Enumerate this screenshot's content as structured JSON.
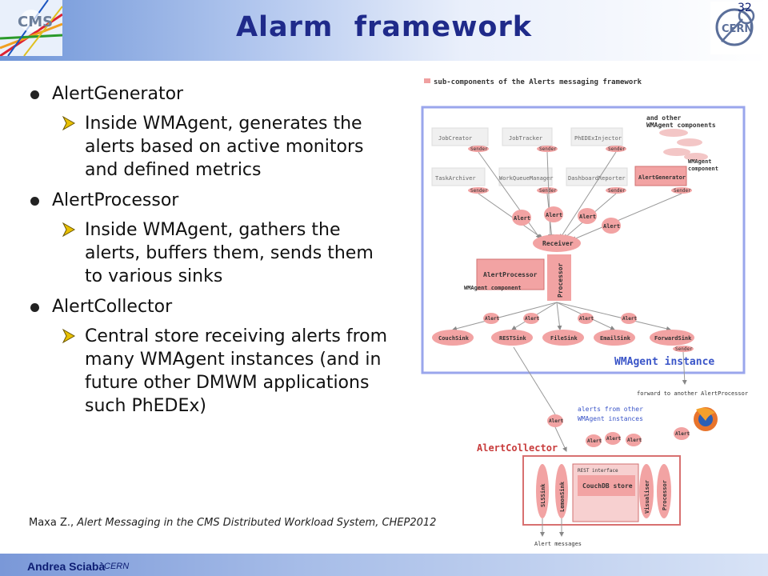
{
  "slide": {
    "title": "Alarm  framework",
    "bullets": [
      {
        "label": "AlertGenerator",
        "sub": [
          "Inside WMAgent, generates the alerts based on active monitors and defined metrics"
        ]
      },
      {
        "label": "AlertProcessor",
        "sub": [
          "Inside WMAgent, gathers the alerts, buffers them, sends them to various sinks"
        ]
      },
      {
        "label": "AlertCollector",
        "sub": [
          "Central store receiving alerts from many WMAgent instances (and in future other DMWM applications such PhEDEx)"
        ]
      }
    ],
    "citation_author": "Maxa Z., ",
    "citation_title": "Alert Messaging in the CMS Distributed Workload System, CHEP2012"
  },
  "footer": {
    "author": "Andrea Sciabà",
    "org": "CERN",
    "page": "32"
  },
  "logos": {
    "left": "CMS",
    "right": "CERN"
  },
  "diagram": {
    "legend": "sub-components of the Alerts messaging framework",
    "other_components": "and other WMAgent components",
    "components_row1": [
      "JobCreator",
      "JobTracker",
      "PhEDExInjector"
    ],
    "components_row2": [
      "TaskArchiver",
      "WorkQueueManager",
      "DashboardReporter",
      "AlertGenerator"
    ],
    "wmagent_component": "WMAgent component",
    "sender": "Sender",
    "alert": "Alert",
    "receiver": "Receiver",
    "alert_processor": "AlertProcessor",
    "processor": "Processor",
    "sinks": [
      "CouchSink",
      "RESTSink",
      "FileSink",
      "EmailSink",
      "ForwardSink"
    ],
    "wmagent_instance": "WMAgent instance",
    "forward_note": "forward to another AlertProcessor",
    "alerts_from_other": "alerts from other",
    "wmagent_instances": "WMAgent instances",
    "alert_collector": "AlertCollector",
    "rest_interface": "REST interface",
    "couchdb_store": "CouchDB store",
    "collector_sinks": [
      "SLSSink",
      "LemonSink"
    ],
    "visualiser": "Visualiser",
    "alert_messages": "Alert messages"
  },
  "colors": {
    "title": "#1f2a8a",
    "pink": "#f2a3a3",
    "pink_dark": "#c84a4a",
    "frame": "#9aa6ec",
    "footer_text": "#0d1d73"
  }
}
